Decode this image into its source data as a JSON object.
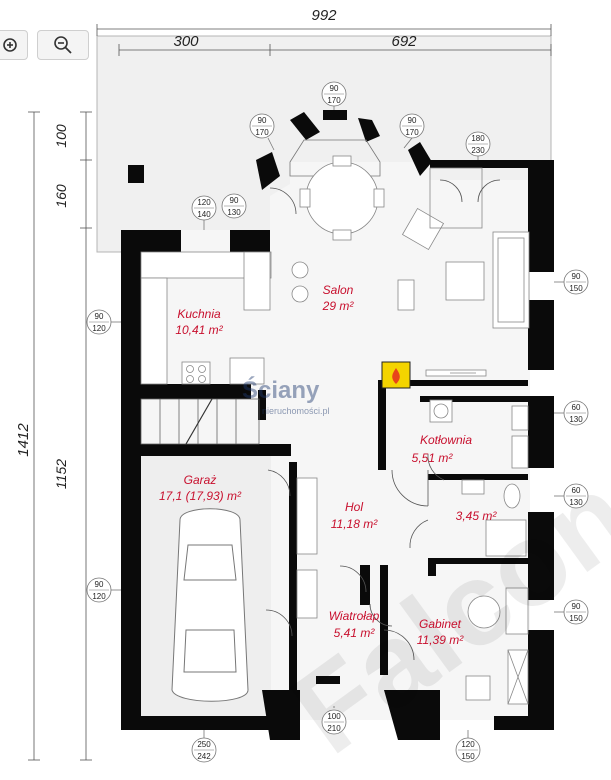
{
  "toolbar": {
    "zoom_in_icon": "zoom-in-icon",
    "zoom_out_icon": "zoom-out-icon"
  },
  "dimensions": {
    "total_width": "992",
    "width_left": "300",
    "width_right": "692",
    "total_depth": "1412",
    "depth_top": "100",
    "depth_second": "160",
    "depth_main": "1152"
  },
  "rooms": {
    "salon": {
      "name": "Salon",
      "area": "29 m²"
    },
    "kuchnia": {
      "name": "Kuchnia",
      "area": "10,41 m²"
    },
    "kotlownia": {
      "name": "Kotłownia",
      "area": "5,51 m²"
    },
    "garaz": {
      "name": "Garaż",
      "area": "17,1 (17,93) m²"
    },
    "hol": {
      "name": "Hol",
      "area": "11,18 m²"
    },
    "lazienka": {
      "area": "3,45 m²"
    },
    "wiatrolap": {
      "name": "Wiatrołap",
      "area": "5,41 m²"
    },
    "gabinet": {
      "name": "Gabinet",
      "area": "11,39 m²"
    }
  },
  "openings": [
    {
      "top": "90",
      "bottom": "170"
    },
    {
      "top": "90",
      "bottom": "170"
    },
    {
      "top": "90",
      "bottom": "170"
    },
    {
      "top": "180",
      "bottom": "230"
    },
    {
      "top": "120",
      "bottom": "140"
    },
    {
      "top": "90",
      "bottom": "130"
    },
    {
      "top": "90",
      "bottom": "150"
    },
    {
      "top": "90",
      "bottom": "120"
    },
    {
      "top": "60",
      "bottom": "130"
    },
    {
      "top": "60",
      "bottom": "130"
    },
    {
      "top": "90",
      "bottom": "120"
    },
    {
      "top": "90",
      "bottom": "150"
    },
    {
      "top": "100",
      "bottom": "210"
    },
    {
      "top": "250",
      "bottom": "242"
    },
    {
      "top": "120",
      "bottom": "150"
    }
  ],
  "watermark": {
    "brand": "Ściany",
    "sub": "nieruchomości.pl"
  }
}
